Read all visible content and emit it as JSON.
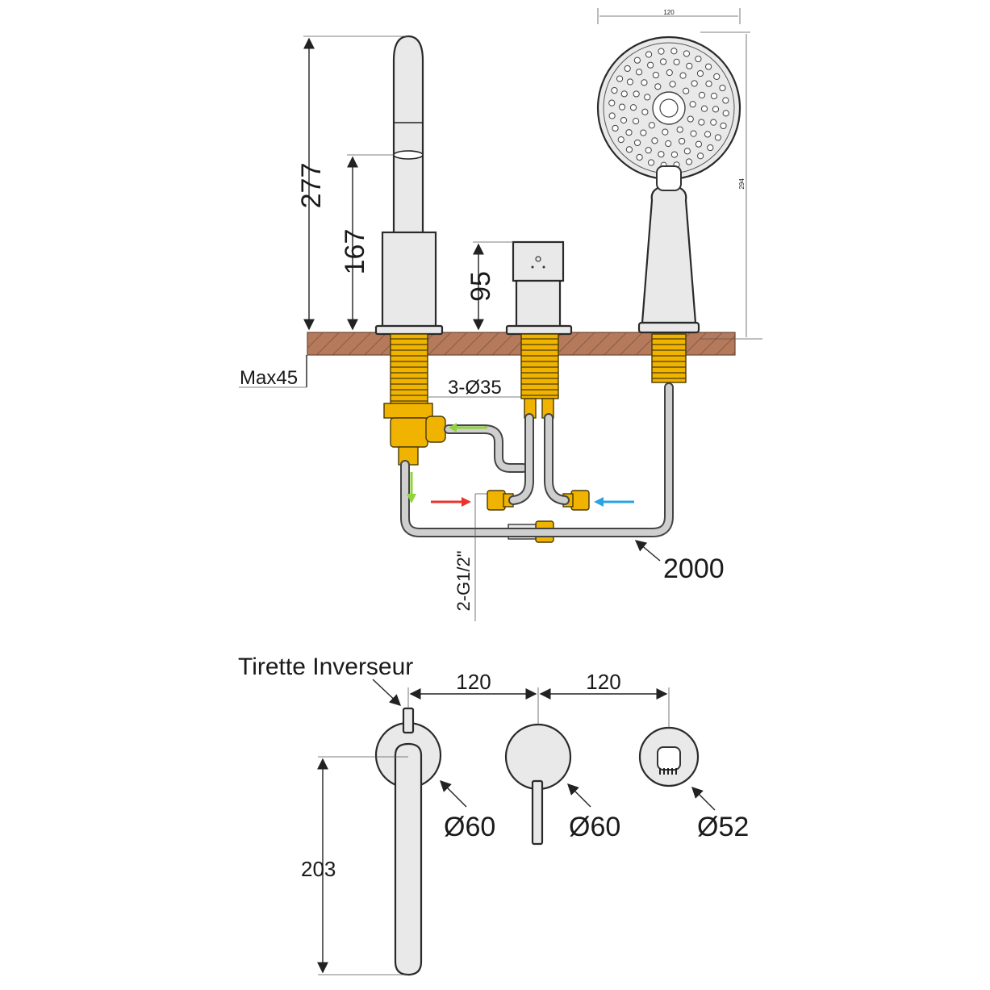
{
  "dimensions": {
    "spout_height": "277",
    "spout_body_height": "167",
    "mixer_height": "95",
    "deck_max": "Max45",
    "holes": "3-Ø35",
    "hose_length": "2000",
    "inlets": "2-G1/2\"",
    "shower_width": "120",
    "shower_height": "294"
  },
  "plan": {
    "diverter_label": "Tirette Inverseur",
    "spacing_1": "120",
    "spacing_2": "120",
    "spout_rosette": "Ø60",
    "mixer_rosette": "Ø60",
    "shower_rosette": "Ø52",
    "spout_reach": "203"
  },
  "colors": {
    "deck": "#b57a5c",
    "brass": "#f0b400",
    "hot_arrow": "#e8342c",
    "cold_arrow": "#2aa4e0",
    "flow_arrow": "#8ed43a",
    "chrome": "#e9e9e9"
  }
}
